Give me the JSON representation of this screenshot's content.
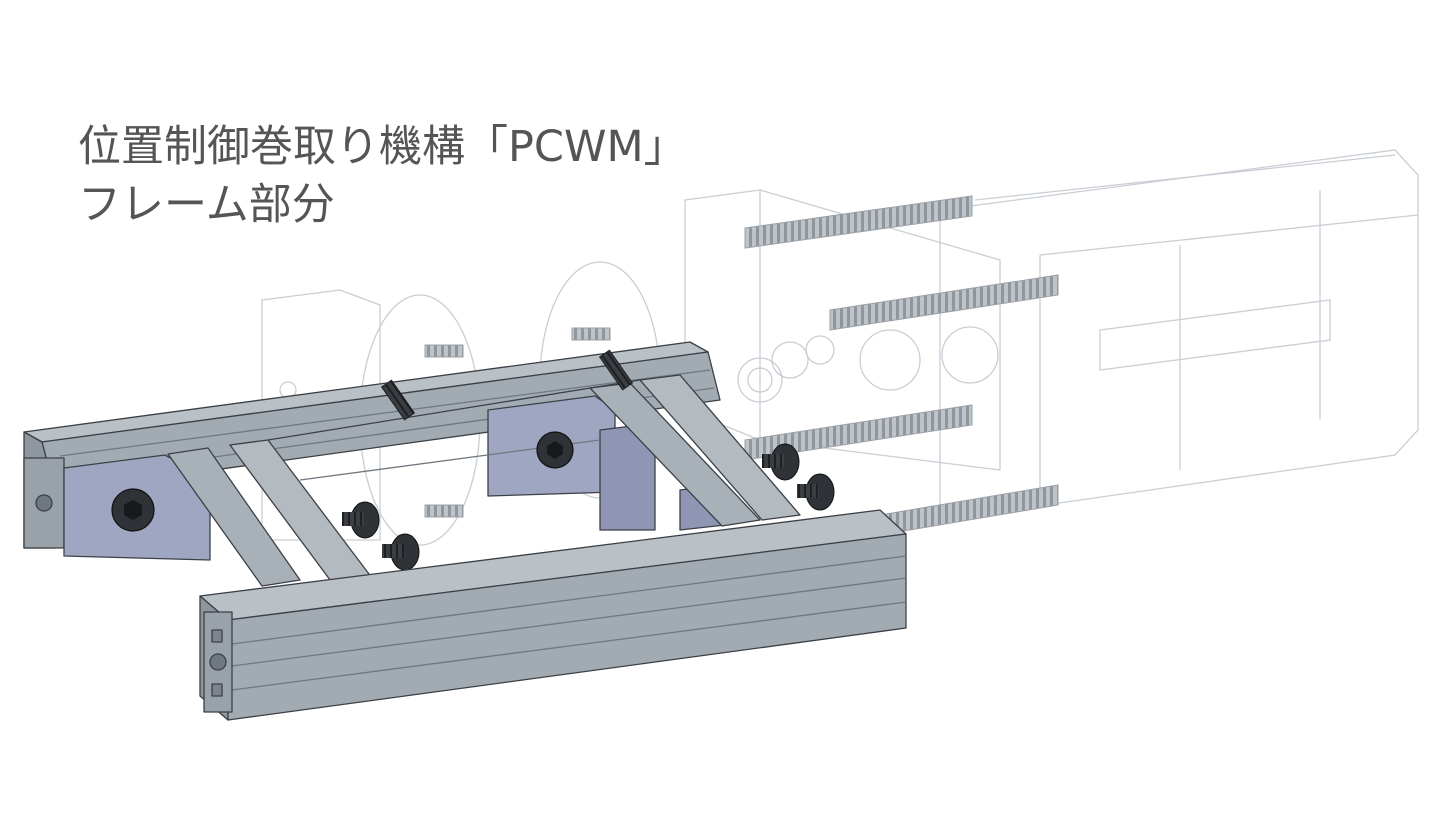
{
  "title": {
    "line1": "位置制御巻取り機構「PCWM」",
    "line2": "フレーム部分"
  },
  "colors": {
    "background": "#ffffff",
    "title_text": "#555555",
    "aluminum": "#a3abb2",
    "aluminum_dark": "#7c858d",
    "bracket": "#9fa6c2",
    "ghost": "#c9ced4",
    "bolt": "#2f3236"
  },
  "icons": [
    "aluminum-extrusion",
    "bracket",
    "hex-socket-bolt",
    "threaded-rod",
    "disc-plate",
    "motor-housing"
  ]
}
